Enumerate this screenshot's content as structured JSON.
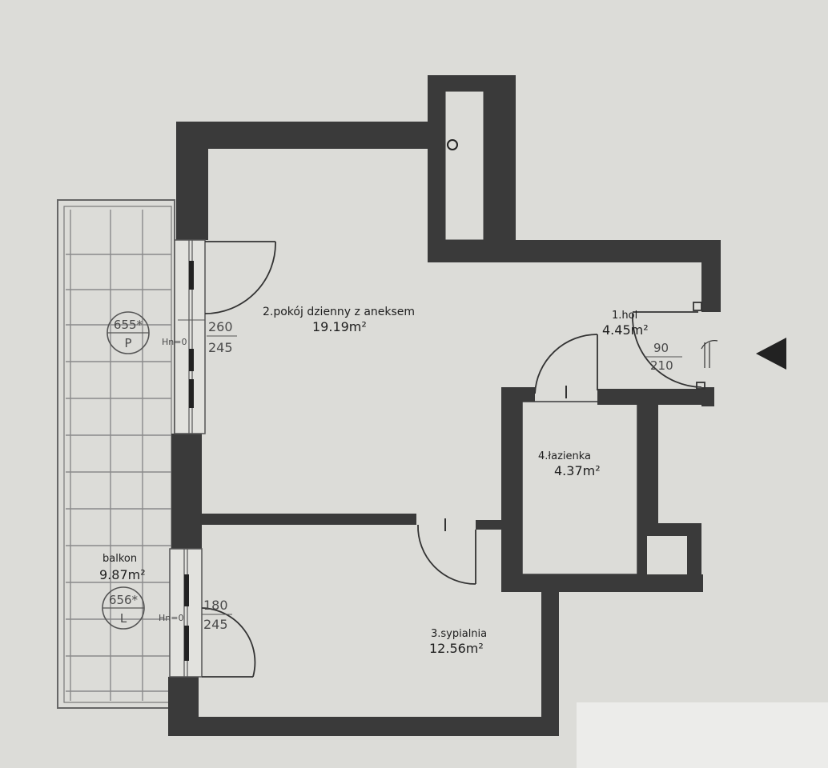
{
  "rooms": {
    "hall": {
      "name": "1.hol",
      "area": "4.45m²"
    },
    "living": {
      "name": "2.pokój dzienny z aneksem",
      "area": "19.19m²"
    },
    "bedroom": {
      "name": "3.sypialnia",
      "area": "12.56m²"
    },
    "bathroom": {
      "name": "4.łazienka",
      "area": "4.37m²"
    },
    "balcony": {
      "name": "balkon",
      "area": "9.87m²"
    }
  },
  "windows": {
    "living": {
      "tag": "655*",
      "side": "P",
      "hn": "Hn=0",
      "width": "260",
      "height": "245"
    },
    "bedroom": {
      "tag": "656*",
      "side": "L",
      "hn": "Hn=0",
      "width": "180",
      "height": "245"
    }
  },
  "entry_door": {
    "width": "90",
    "height": "210"
  },
  "colors": {
    "wall": "#3a3a3a",
    "paper": "#dcdcd8",
    "line": "#5a5a5a"
  }
}
